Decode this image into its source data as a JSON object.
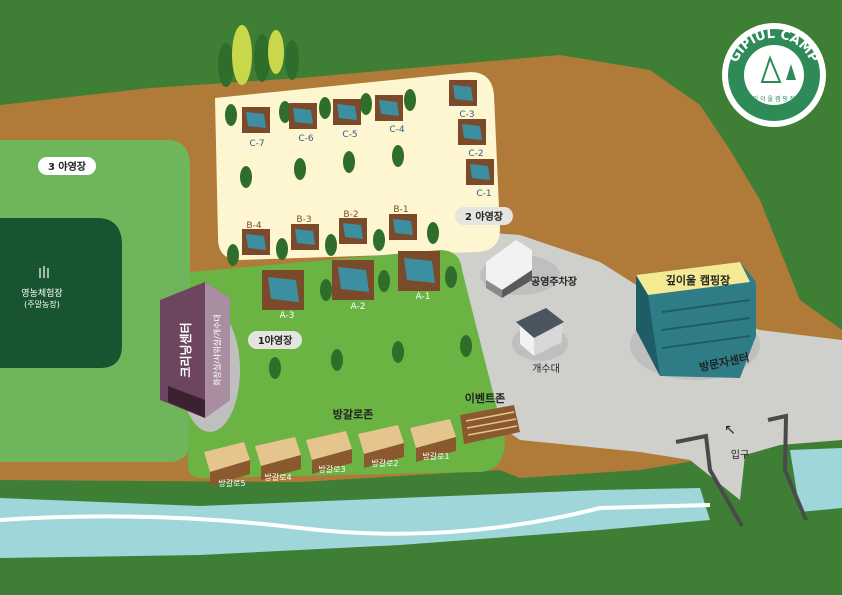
{
  "logo": {
    "brand": "GIPIUL CAMP",
    "korean": "깊 이 울 캠 핑 장"
  },
  "zones": {
    "zone3": "3 야영장",
    "zone2": "2 야영장",
    "zone1": "1야영장",
    "bungalow_zone": "방갈로존",
    "event_zone": "이벤트존",
    "farm_line1": "영농체험장",
    "farm_line2": "(주말농장)"
  },
  "buildings": {
    "clean_center": "크리닝센터",
    "clean_center_sub": "화장실/샤워실/개수대",
    "parking": "공영주차장",
    "sink": "개수대",
    "camp_name": "깊이울 캠핑장",
    "visitor_center": "방문자센터",
    "entrance": "입구"
  },
  "sites_c": [
    "C-7",
    "C-6",
    "C-5",
    "C-4",
    "C-3",
    "C-2",
    "C-1"
  ],
  "sites_b": [
    "B-4",
    "B-3",
    "B-2",
    "B-1"
  ],
  "sites_a": [
    "A-3",
    "A-2",
    "A-1"
  ],
  "bungalows": [
    "방갈로5",
    "방갈로4",
    "방갈로3",
    "방갈로2",
    "방갈로1"
  ],
  "colors": {
    "grass": "#3f7f35",
    "road": "#b07a38",
    "sand": "#fdf6d0",
    "zone1": "#6bb343",
    "river": "#9fd6da",
    "teal_building": "#2e7d86",
    "purple_building": "#6e4560"
  }
}
